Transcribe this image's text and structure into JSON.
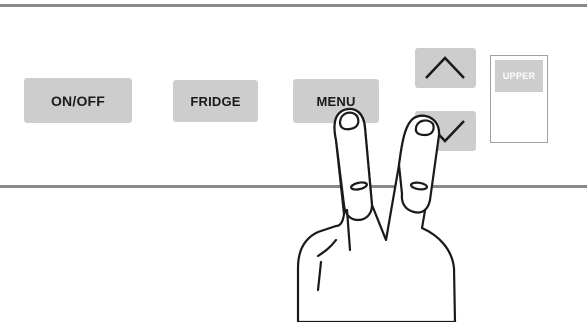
{
  "control_panel": {
    "buttons": {
      "on_off": "ON/OFF",
      "fridge": "FRIDGE",
      "menu": "MENU"
    },
    "arrows": {
      "up_icon": "chevron-up-icon",
      "down_icon": "chevron-down-icon"
    },
    "indicator": {
      "label": "UPPER"
    }
  },
  "gesture": {
    "icon": "two-finger-press-icon"
  },
  "colors": {
    "button_fill": "#cdcdcd",
    "panel_line": "#8a8a8a",
    "text": "#1a1a1a"
  }
}
